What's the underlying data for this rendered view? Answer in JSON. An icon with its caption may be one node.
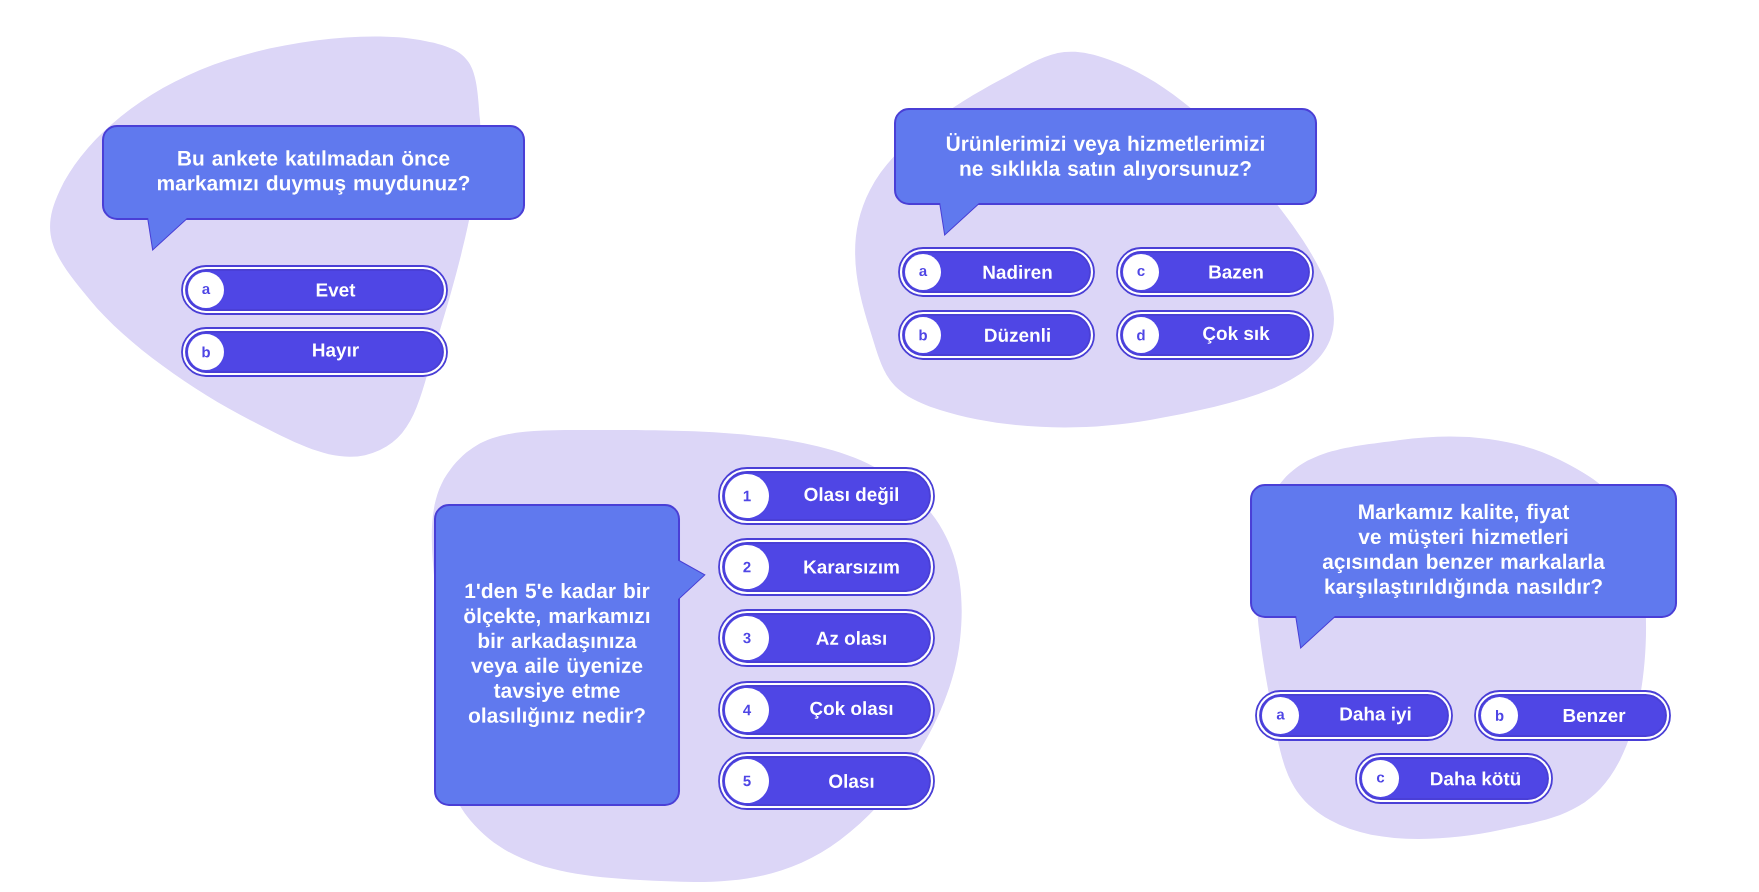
{
  "diagram": {
    "nodes": [
      {
        "text": [
          "Bu ankete katılmadan önce markamızı duymuş muydunuz?"
        ]
      },
      {
        "text": [
          "a",
          "Evet"
        ]
      },
      {
        "text": [
          "b",
          "Hayır"
        ]
      },
      {
        "text": [
          "Ürünlerimizi veya hizmetlerimizi ne sıklıkla satın alıyorsunuz?"
        ]
      },
      {
        "text": [
          "a",
          "Nadiren"
        ]
      },
      {
        "text": [
          "c",
          "Bazen"
        ]
      },
      {
        "text": [
          "b",
          "Düzenli"
        ]
      },
      {
        "text": [
          "d",
          "Çok sık"
        ]
      },
      {
        "text": [
          "1'den 5'e kadar bir ölçekte, markamızı bir arkadaşınıza veya aile üyenize tavsiye etme olasılığınız nedir?"
        ]
      },
      {
        "text": [
          "1",
          "Olası değil"
        ]
      },
      {
        "text": [
          "2",
          "Kararsızım"
        ]
      },
      {
        "text": [
          "3",
          "Az olası"
        ]
      },
      {
        "text": [
          "4",
          "Çok olası"
        ]
      },
      {
        "text": [
          "5",
          "Olası"
        ]
      },
      {
        "text": [
          "Markamız kalite, fiyat ve müşteri hizmetleri açısından benzer markalarla karşılaştırıldığında nasıldır?"
        ]
      },
      {
        "text": [
          "a",
          "Daha iyi"
        ]
      },
      {
        "text": [
          "b",
          "Benzer"
        ]
      },
      {
        "text": [
          "c",
          "Daha kötü"
        ]
      }
    ]
  }
}
